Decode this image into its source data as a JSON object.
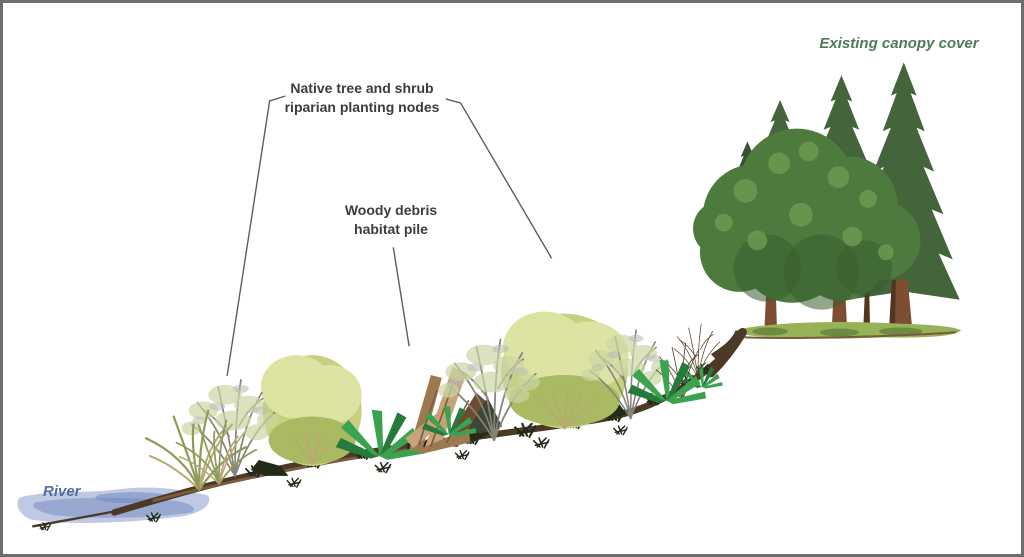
{
  "figure": {
    "description": "Riparian restoration cross-section illustration",
    "background": "#ffffff"
  },
  "annotations": {
    "planting_nodes": {
      "line1": "Native tree and shrub",
      "line2": "riparian planting nodes"
    },
    "woody_debris": {
      "line1": "Woody debris",
      "line2": "habitat pile"
    },
    "existing_canopy": "Existing canopy cover",
    "river": "River"
  },
  "colors": {
    "border": "#6e6e6e",
    "label_text": "#3c3c3c",
    "canopy_label": "#4e7b5a",
    "river_label": "#4f6da0",
    "leader_line": "#5c5c5c",
    "water": "#8fa0cc",
    "water_light": "#b4bedf",
    "water_dark": "#7288bd",
    "soil": "#4c3a26",
    "soil_light": "#7a5c3c",
    "bush_light": "#dde3a2",
    "bush_mid": "#c6d07e",
    "bush_dark": "#a9ba62",
    "twig": "#84837a",
    "leaf_pale": "#ccd6a4",
    "leaf_gray": "#b7bcae",
    "fern_green": "#3ba34f",
    "fern_dark": "#277a3b",
    "scrub_dark": "#222b18",
    "grass_olive": "#8e9a57",
    "grass_tan": "#b8a871",
    "log_light": "#c6a378",
    "log_mid": "#9d7950",
    "log_dark": "#6b4d30",
    "canopy_green": "#4d7a3d",
    "canopy_dark": "#395c2d",
    "canopy_light": "#6f9b52",
    "conifer_green": "#44653c",
    "conifer_dark": "#375231",
    "trunk_brown": "#7d4e31",
    "trunk_dark": "#53351f",
    "grass_strip": "#97b257",
    "grass_shadow": "#5f7d3a"
  }
}
